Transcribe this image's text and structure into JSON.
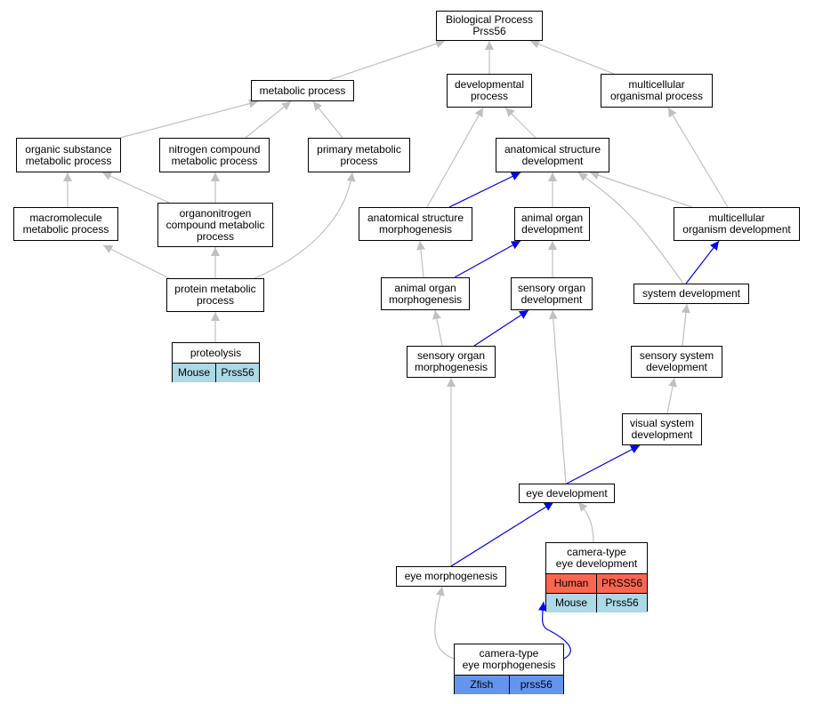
{
  "colors": {
    "edge_gray": "#c0c0c0",
    "edge_blue": "#0000ee",
    "human": "#fa6650",
    "mouse": "#add8e6",
    "zfish": "#6495ed"
  },
  "nodes": {
    "bp": {
      "label": "Biological Process\nPrss56"
    },
    "metabolic": {
      "label": "metabolic process"
    },
    "developmental": {
      "label": "developmental\nprocess"
    },
    "multicellular_org_proc": {
      "label": "multicellular\norganismal process"
    },
    "organic_substance": {
      "label": "organic substance\nmetabolic process"
    },
    "nitrogen_compound": {
      "label": "nitrogen compound\nmetabolic process"
    },
    "primary_metabolic": {
      "label": "primary metabolic\nprocess"
    },
    "anat_struct_dev": {
      "label": "anatomical structure\ndevelopment"
    },
    "macromolecule": {
      "label": "macromolecule\nmetabolic process"
    },
    "organonitrogen": {
      "label": "organonitrogen\ncompound metabolic\nprocess"
    },
    "anat_struct_morph": {
      "label": "anatomical structure\nmorphogenesis"
    },
    "animal_organ_dev": {
      "label": "animal organ\ndevelopment"
    },
    "multicellular_org_dev": {
      "label": "multicellular\norganism development"
    },
    "protein_metabolic": {
      "label": "protein metabolic\nprocess"
    },
    "animal_organ_morph": {
      "label": "animal organ\nmorphogenesis"
    },
    "sensory_organ_dev": {
      "label": "sensory organ\ndevelopment"
    },
    "system_dev": {
      "label": "system development"
    },
    "proteolysis": {
      "label": "proteolysis",
      "rows": [
        [
          "Mouse",
          "Prss56"
        ]
      ]
    },
    "sensory_organ_morph": {
      "label": "sensory organ\nmorphogenesis"
    },
    "sensory_system_dev": {
      "label": "sensory system\ndevelopment"
    },
    "visual_system_dev": {
      "label": "visual system\ndevelopment"
    },
    "eye_dev": {
      "label": "eye development"
    },
    "camera_eye_dev": {
      "label": "camera-type\neye development",
      "rows": [
        [
          "Human",
          "PRSS56"
        ],
        [
          "Mouse",
          "Prss56"
        ]
      ]
    },
    "eye_morph": {
      "label": "eye morphogenesis"
    },
    "camera_eye_morph": {
      "label": "camera-type\neye morphogenesis",
      "rows": [
        [
          "Zfish",
          "prss56"
        ]
      ]
    }
  }
}
